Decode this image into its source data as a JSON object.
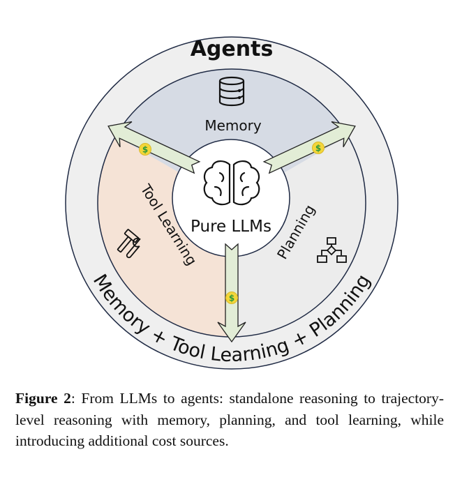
{
  "figure": {
    "outer_label": "Agents",
    "ring_label": "Memory + Tool Learning + Planning",
    "center_label": "Pure LLMs",
    "sectors": [
      {
        "label": "Memory",
        "icon": "database-icon",
        "color": "#d6dbe4"
      },
      {
        "label": "Tool Learning",
        "icon": "tools-icon",
        "color": "#f5e3d6"
      },
      {
        "label": "Planning",
        "icon": "flowchart-icon",
        "color": "#ececec"
      }
    ],
    "cost_icon": "dollar-coin-icon",
    "colors": {
      "outer_ring": "#efefef",
      "stroke": "#1f2a44",
      "arrow_fill": "#e2edd6",
      "coin": "#f3d63a",
      "dollar": "#2e9a3c"
    }
  },
  "caption": {
    "label": "Figure 2",
    "text": ": From LLMs to agents: standalone reasoning to trajectory-level reasoning with memory, planning, and tool learning, while introducing additional cost sources."
  }
}
